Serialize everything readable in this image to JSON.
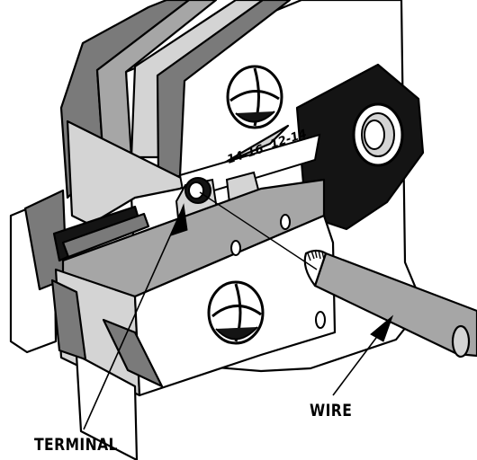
{
  "labels": {
    "terminal": "TERMINAL",
    "wire": "WIRE"
  },
  "gauge_marks": {
    "small": "14-16",
    "large": "12-14"
  },
  "colors": {
    "outline": "#000000",
    "dark_gray": "#7a7a7a",
    "mid_gray": "#a6a6a6",
    "light_gray": "#d4d4d4",
    "paper": "#ffffff"
  }
}
